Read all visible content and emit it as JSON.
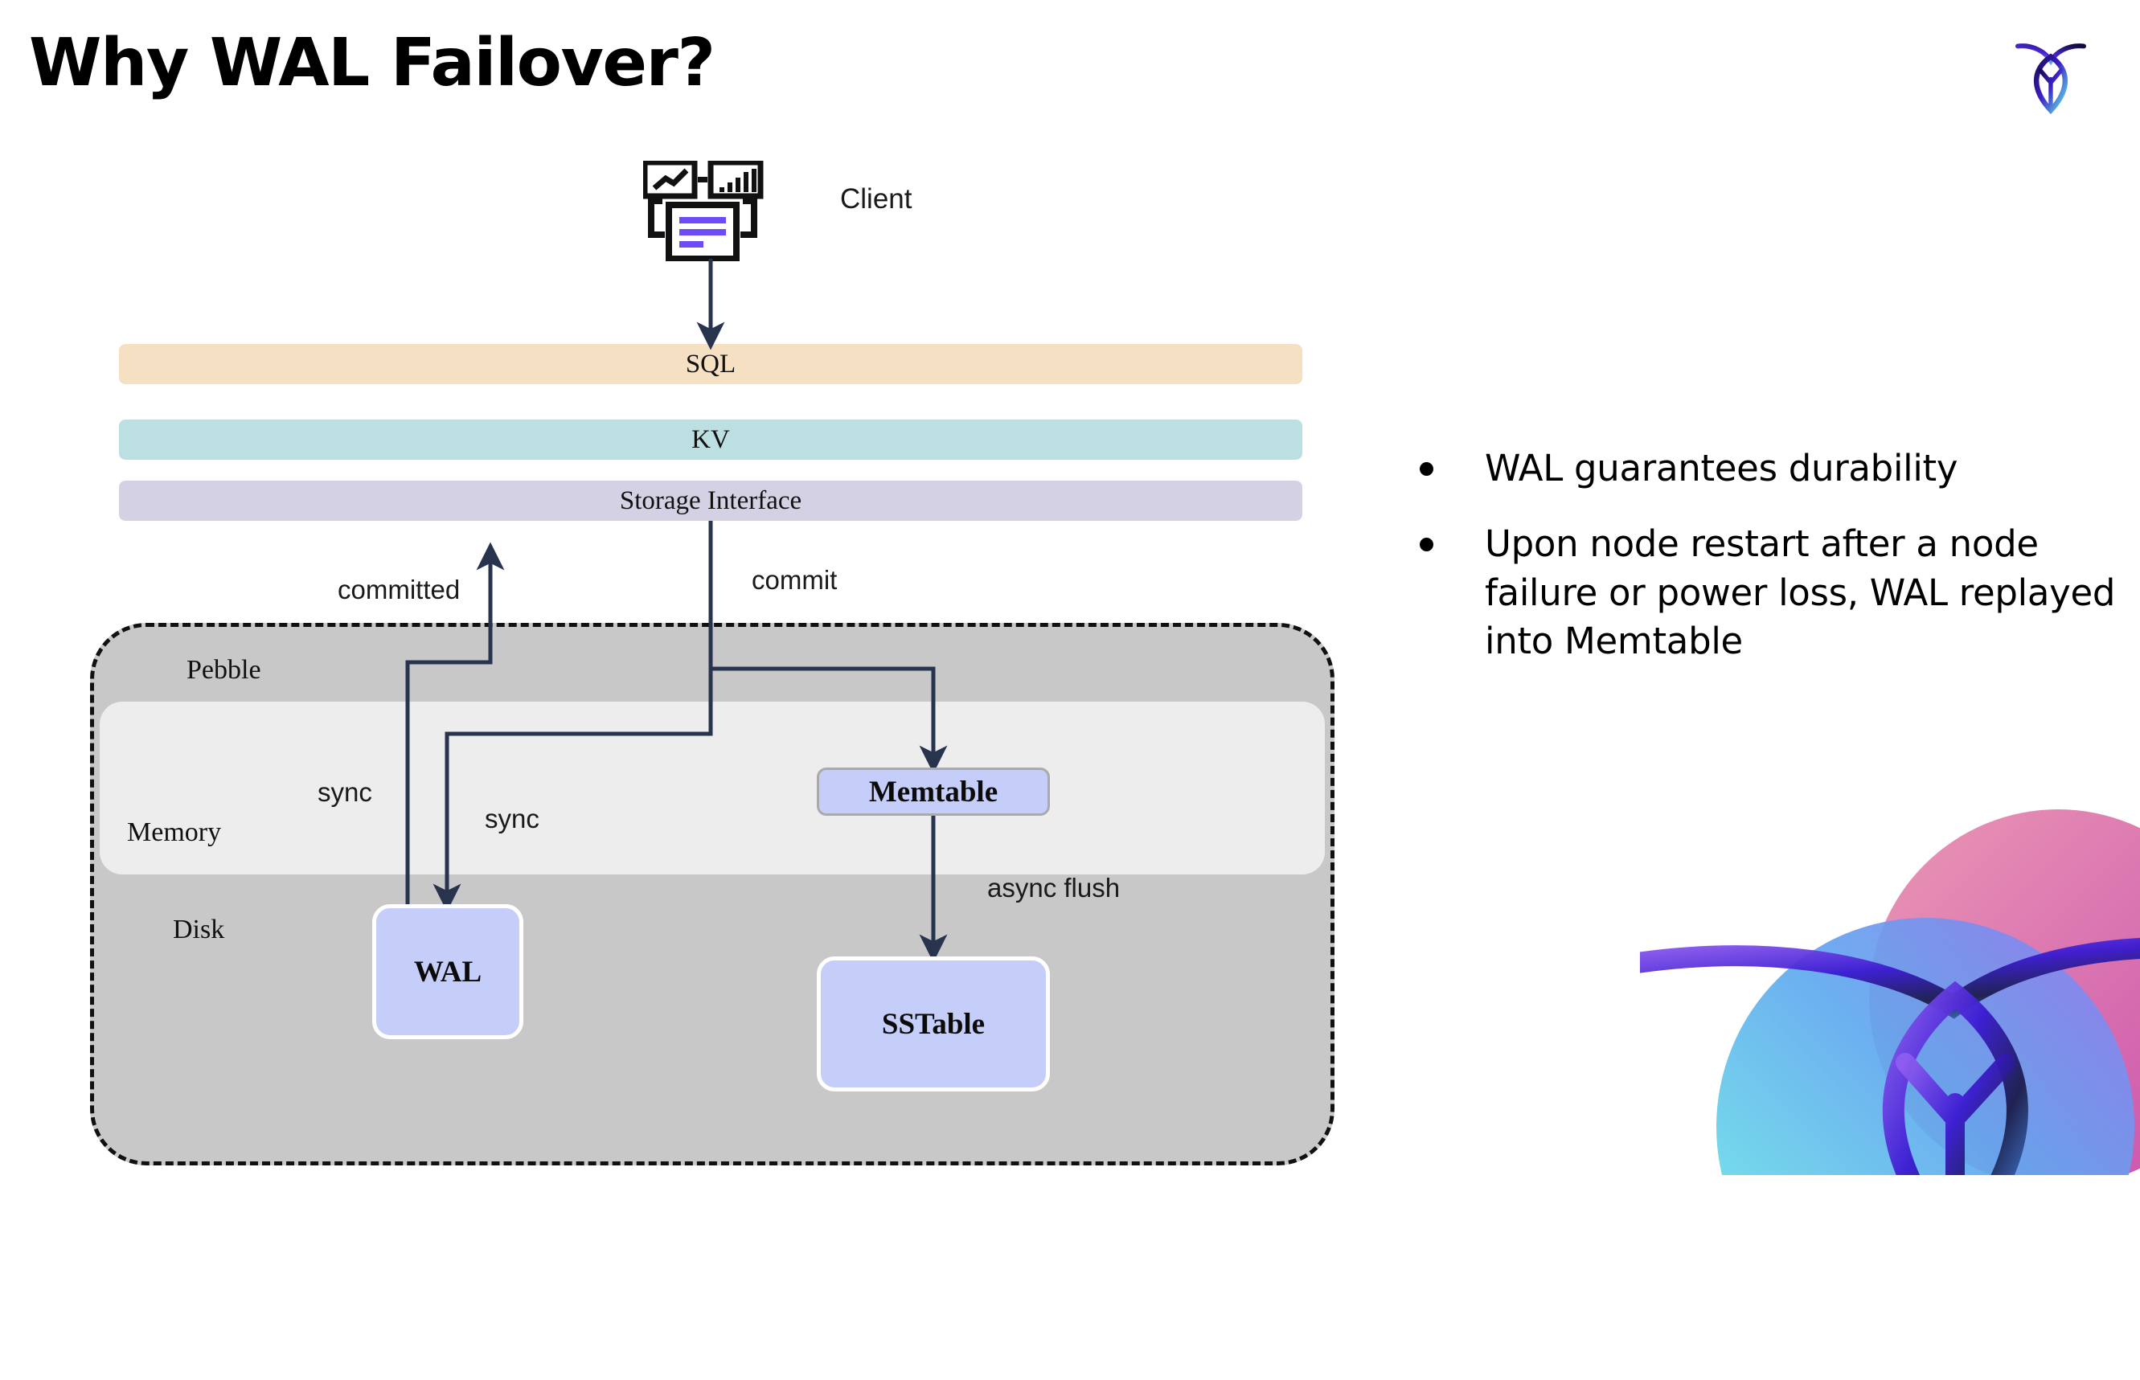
{
  "slide": {
    "title": "Why WAL Failover?",
    "brand_logo_icon": "cockroach-leaf-logo-icon",
    "decor_icon": "cockroach-leaf-watermark-icon"
  },
  "diagram": {
    "client": {
      "label": "Client",
      "icon": "client-dashboard-icon"
    },
    "layers": [
      {
        "id": "sql",
        "label": "SQL",
        "color": "#F5E0C3"
      },
      {
        "id": "kv",
        "label": "KV",
        "color": "#BCDFE2"
      },
      {
        "id": "storage_interface",
        "label": "Storage Interface",
        "color": "#D5D1E4"
      }
    ],
    "pebble": {
      "label": "Pebble",
      "memory_label": "Memory",
      "disk_label": "Disk",
      "fill": "#C8C8C8",
      "memory_fill": "#EDEDED"
    },
    "nodes": [
      {
        "id": "memtable",
        "label": "Memtable",
        "fill": "#C5CEF8"
      },
      {
        "id": "wal",
        "label": "WAL",
        "fill": "#C5CEF8"
      },
      {
        "id": "sstable",
        "label": "SSTable",
        "fill": "#C5CEF8"
      }
    ],
    "edges": [
      {
        "id": "committed",
        "label": "committed"
      },
      {
        "id": "commit",
        "label": "commit"
      },
      {
        "id": "sync_left",
        "label": "sync"
      },
      {
        "id": "sync_right",
        "label": "sync"
      },
      {
        "id": "async_flush",
        "label": "async flush"
      }
    ],
    "edge_color": "#28334E"
  },
  "bullets": [
    {
      "text": "WAL guarantees durability"
    },
    {
      "text": "Upon node restart after a node failure or power loss, WAL replayed into Memtable"
    }
  ]
}
